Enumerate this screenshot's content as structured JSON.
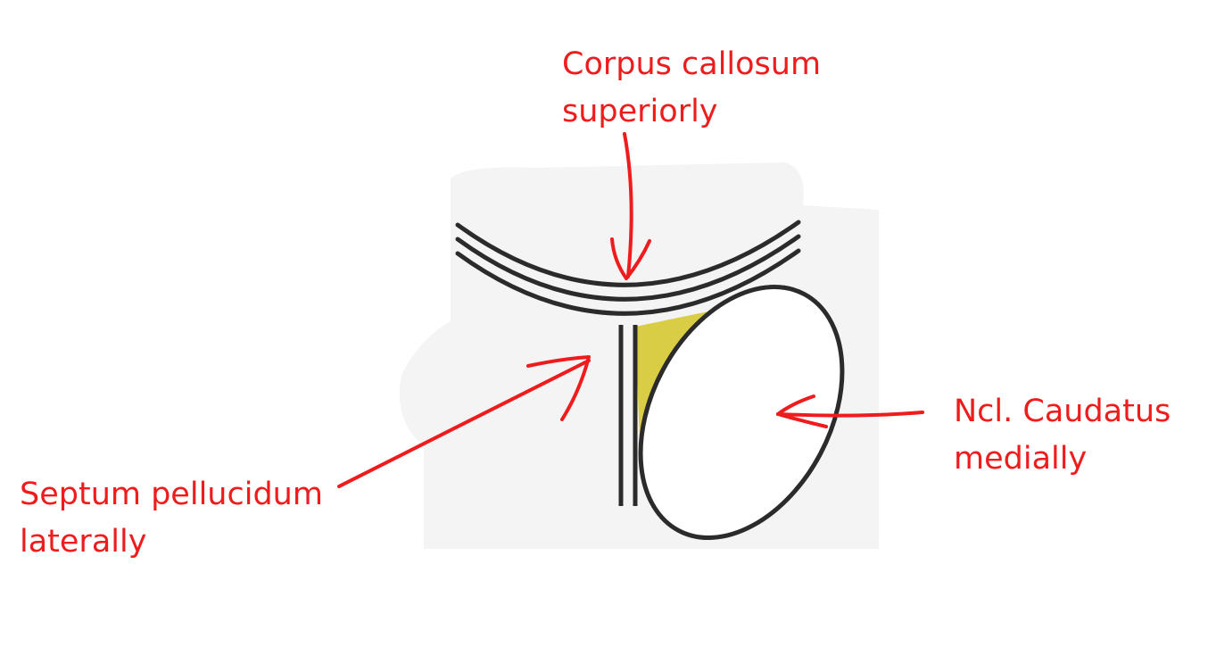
{
  "labels": {
    "corpus_callosum": [
      "Corpus callosum",
      "superiorly"
    ],
    "nucleus_caudatus": [
      "Ncl. Caudatus",
      "medially"
    ],
    "septum_pellucidum": [
      "Septum pellucidum",
      "laterally"
    ]
  },
  "colors": {
    "annotation": "#ee1c1c",
    "outline": "#2b2b2b",
    "ventricle_fill": "#d9cd45",
    "background_shading": "#f4f4f4"
  }
}
